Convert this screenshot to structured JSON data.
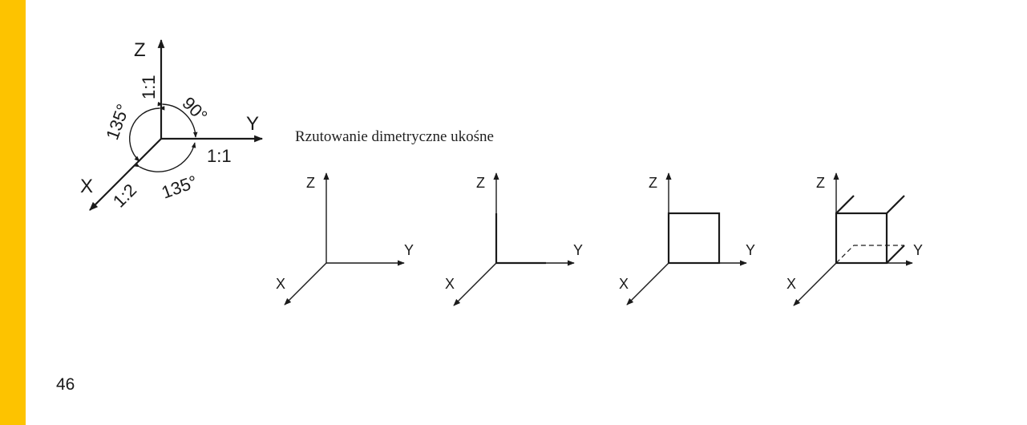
{
  "colors": {
    "accent_bar": "#FDC300",
    "ink": "#1A1A1A",
    "background": "#FFFFFF"
  },
  "legend_diagram": {
    "axis_z": "Z",
    "axis_y": "Y",
    "axis_x": "X",
    "scale_z": "1:1",
    "scale_y": "1:1",
    "scale_x": "1:2",
    "angle_zy": "90°",
    "angle_zx": "135°",
    "angle_yx": "135°"
  },
  "caption": "Rzutowanie dimetryczne ukośne",
  "steps": [
    {
      "z": "Z",
      "y": "Y",
      "x": "X"
    },
    {
      "z": "Z",
      "y": "Y",
      "x": "X"
    },
    {
      "z": "Z",
      "y": "Y",
      "x": "X"
    },
    {
      "z": "Z",
      "y": "Y",
      "x": "X"
    }
  ],
  "page_number": "46"
}
